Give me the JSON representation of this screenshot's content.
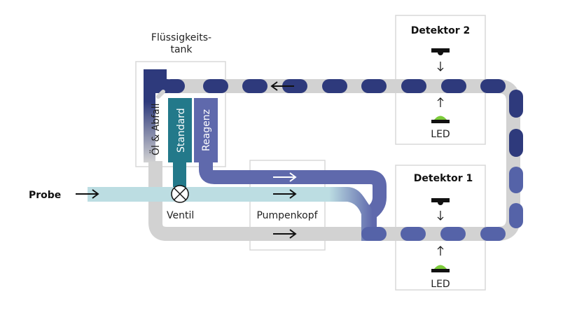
{
  "labels": {
    "tank_title_line1": "Flüssigkeits-",
    "tank_title_line2": "tank",
    "oil_waste": "Öl & Abfall",
    "standard": "Standard",
    "reagent": "Reagenz",
    "sample": "Probe",
    "valve": "Ventil",
    "pump_head": "Pumpenkopf",
    "detector1": "Detektor 1",
    "detector2": "Detektor 2",
    "led1": "LED",
    "led2": "LED"
  },
  "colors": {
    "tube_gray": "#d2d2d2",
    "waste_navy": "#2e3a7c",
    "sample_navy_dash": "#2e3a7c",
    "detector1_dash": "#5563a8",
    "standard_teal": "#23798a",
    "reagent_blue": "#5f69ac",
    "sample_light": "#bcdde2",
    "led_green": "#7ccb3a",
    "box_border": "#d8d8d8"
  }
}
